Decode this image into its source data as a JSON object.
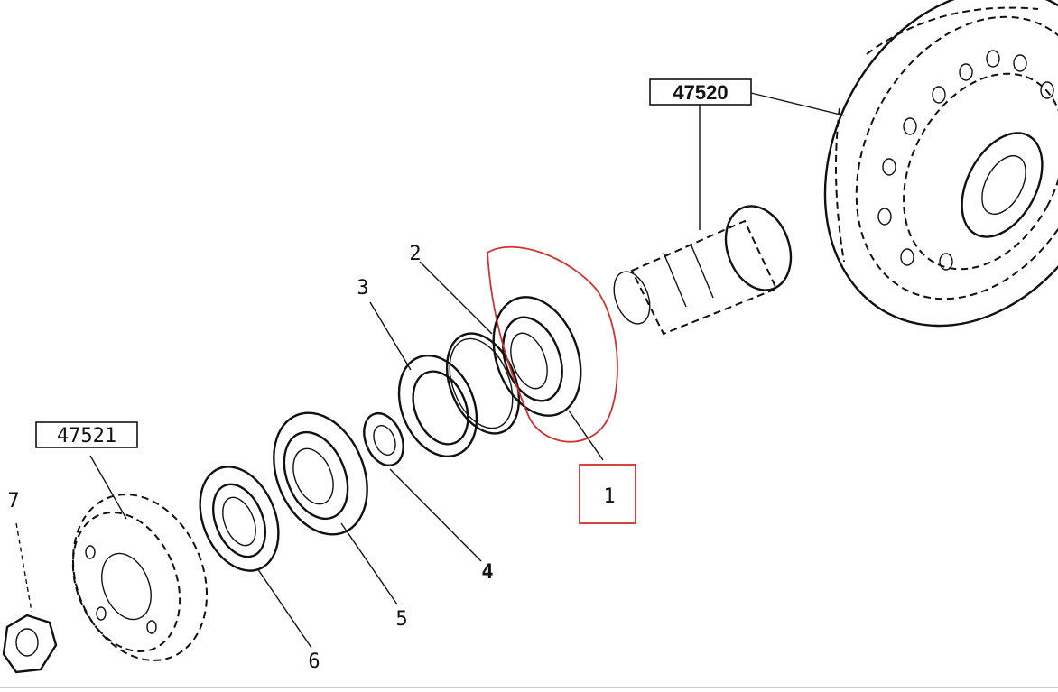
{
  "diagram": {
    "ref_boxes": {
      "top": "47520",
      "left": "47521"
    },
    "labels": {
      "p2": "2",
      "p3": "3",
      "p4": "4",
      "p5": "5",
      "p6": "6",
      "p7": "7"
    },
    "highlight": {
      "label": "1",
      "color": "#d03030"
    }
  }
}
